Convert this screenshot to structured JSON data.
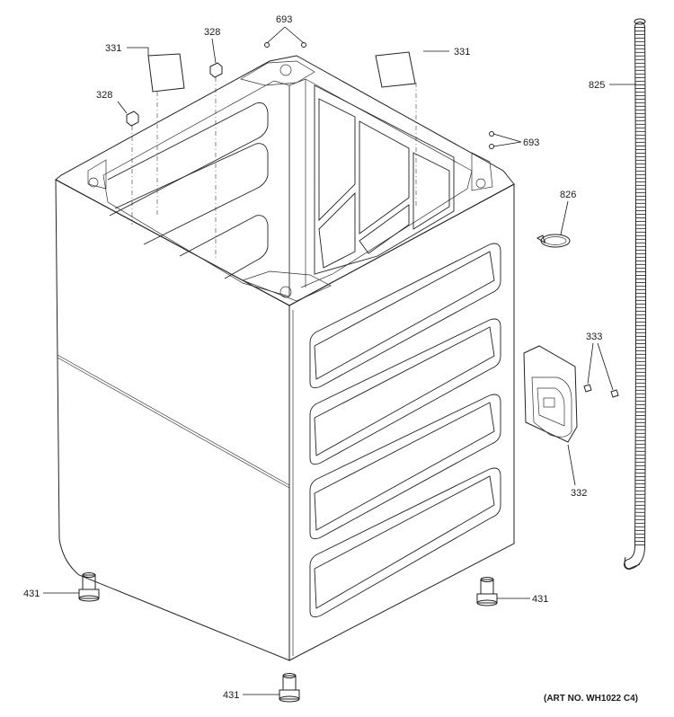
{
  "diagram": {
    "callouts": {
      "c693_top": "693",
      "c331_left": "331",
      "c328_top": "328",
      "c331_right": "331",
      "c328_left": "328",
      "c693_right": "693",
      "c825": "825",
      "c826": "826",
      "c333": "333",
      "c332": "332",
      "c431_left": "431",
      "c431_right": "431",
      "c431_bottom": "431"
    },
    "art_number": "(ART NO. WH1022 C4)"
  }
}
